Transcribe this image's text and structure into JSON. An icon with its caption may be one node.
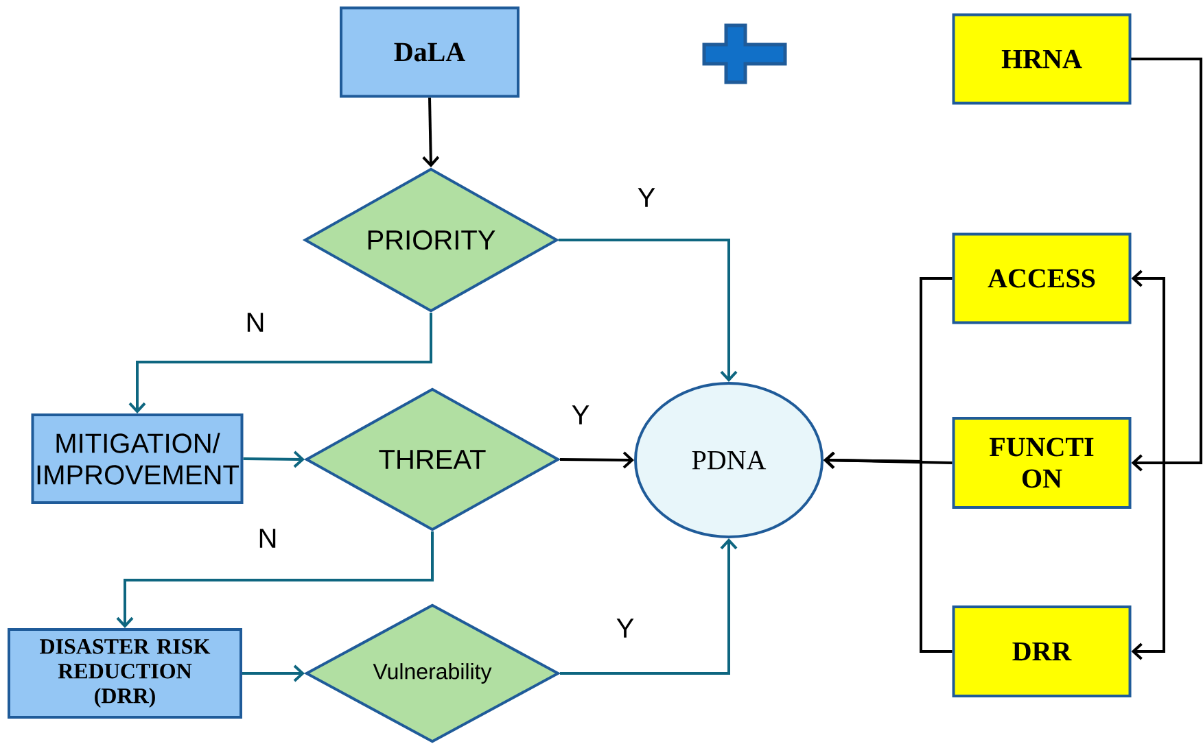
{
  "diagram": {
    "nodes": [
      {
        "text": [
          "DaLA"
        ]
      },
      {
        "text": [
          "PRIORITY"
        ]
      },
      {
        "text": [
          "MITIGATION/ IMPROVEMENT"
        ]
      },
      {
        "text": [
          "THREAT"
        ]
      },
      {
        "text": [
          "PDNA"
        ]
      },
      {
        "text": [
          "DISASTER RISK REDUCTION (DRR)"
        ]
      },
      {
        "text": [
          "Vulnerability"
        ]
      },
      {
        "text": [
          "HRNA"
        ]
      },
      {
        "text": [
          "ACCESS"
        ]
      },
      {
        "text": [
          "FUNCTI ON"
        ]
      },
      {
        "text": [
          "DRR"
        ]
      }
    ],
    "edges": [
      {
        "from": 0,
        "to": 1,
        "arrow": "to"
      },
      {
        "from": 1,
        "to": 4,
        "arrow": "to",
        "label": "Y",
        "color": "#0e6680"
      },
      {
        "from": 1,
        "to": 2,
        "arrow": "to",
        "label": "N",
        "color": "#0e6680"
      },
      {
        "from": 2,
        "to": 3,
        "arrow": "to",
        "color": "#0e6680"
      },
      {
        "from": 3,
        "to": 4,
        "arrow": "to",
        "label": "Y"
      },
      {
        "from": 3,
        "to": 5,
        "arrow": "to",
        "label": "N",
        "color": "#0e6680"
      },
      {
        "from": 5,
        "to": 6,
        "arrow": "to",
        "color": "#0e6680"
      },
      {
        "from": 6,
        "to": 4,
        "arrow": "to",
        "label": "Y",
        "color": "#0e6680"
      },
      {
        "from": 7,
        "to": 8,
        "arrow": "to"
      },
      {
        "from": 7,
        "to": 9,
        "arrow": "to"
      },
      {
        "from": 7,
        "to": 10,
        "arrow": "to"
      },
      {
        "from": 8,
        "to": 4,
        "arrow": "to"
      },
      {
        "from": 9,
        "to": 4,
        "arrow": "to"
      },
      {
        "from": 10,
        "to": 4,
        "arrow": "to"
      }
    ]
  }
}
